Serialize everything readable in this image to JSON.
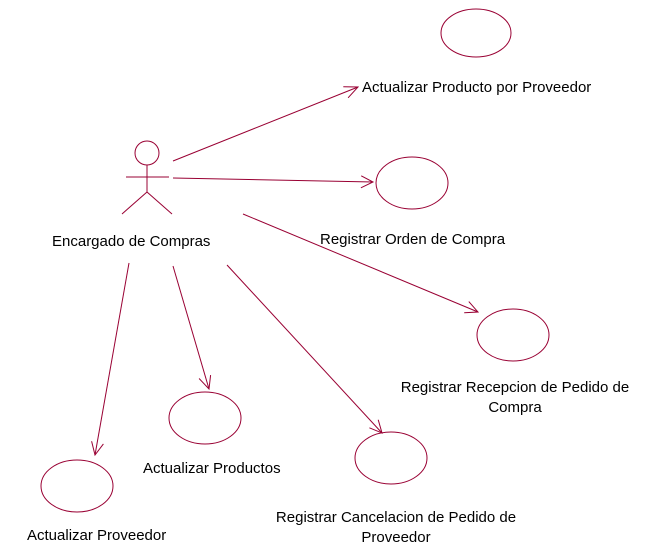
{
  "diagram": {
    "type": "use-case",
    "line_color": "#990033",
    "text_color": "#000000",
    "actor": {
      "name": "Encargado de Compras"
    },
    "use_cases": [
      {
        "id": "uc-actualizar-producto-proveedor",
        "label": "Actualizar Producto por Proveedor"
      },
      {
        "id": "uc-registrar-orden-compra",
        "label": "Registrar Orden de Compra"
      },
      {
        "id": "uc-registrar-recepcion",
        "label_line1": "Registrar Recepcion de Pedido de",
        "label_line2": "Compra"
      },
      {
        "id": "uc-registrar-cancelacion",
        "label_line1": "Registrar Cancelacion de Pedido de",
        "label_line2": "Proveedor"
      },
      {
        "id": "uc-actualizar-productos",
        "label": "Actualizar Productos"
      },
      {
        "id": "uc-actualizar-proveedor",
        "label": "Actualizar Proveedor"
      }
    ]
  }
}
